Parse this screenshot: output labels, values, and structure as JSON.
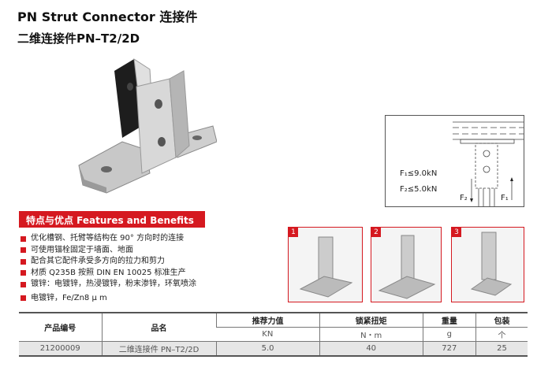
{
  "header": {
    "title": "PN Strut Connector 连接件",
    "subtitle": "二维连接件PN–T2/2D"
  },
  "diagram": {
    "f1_limit": "F₁≤9.0kN",
    "f2_limit": "F₂≤5.0kN",
    "f1_label": "F₁",
    "f2_label": "F₂"
  },
  "features": {
    "heading": "特点与优点 Features and Benefits",
    "items": [
      "优化槽钢、托臂等结构在 90° 方向时的连接",
      "可使用锚栓固定于墙面、地面",
      "配合其它配件承受多方向的拉力和剪力",
      "材质 Q235B 按照 DIN EN 10025 标准生产",
      "镀锌：电镀锌，热浸镀锌，粉末渗锌，环氧喷涂",
      "电镀锌，Fe/Zn8 μ m"
    ]
  },
  "photos": [
    "1",
    "2",
    "3"
  ],
  "table": {
    "headers": {
      "code": "产品编号",
      "name": "品名",
      "force": "推荐力值",
      "torque": "锁紧扭矩",
      "weight": "重量",
      "pack": "包装"
    },
    "units": {
      "force": "KN",
      "torque": "N・m",
      "weight": "g",
      "pack": "个"
    },
    "rows": [
      {
        "code": "21200009",
        "name": "二维连接件 PN–T2/2D",
        "force": "5.0",
        "torque": "40",
        "weight": "727",
        "pack": "25"
      }
    ]
  },
  "colors": {
    "accent": "#d51920"
  }
}
